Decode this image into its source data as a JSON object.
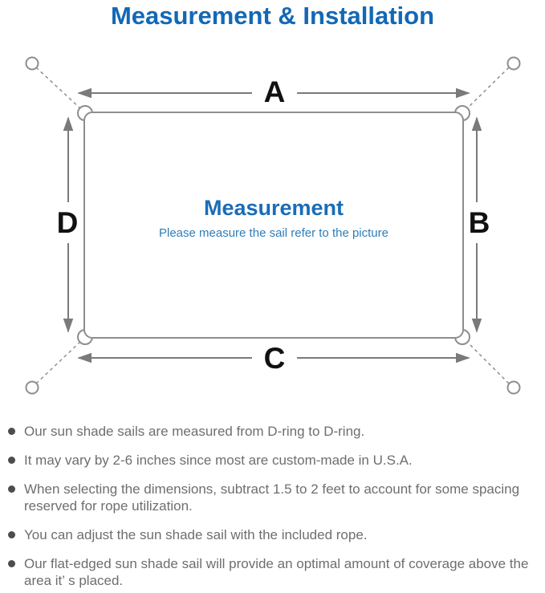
{
  "title": "Measurement & Installation",
  "diagram": {
    "labels": {
      "top": "A",
      "right": "B",
      "bottom": "C",
      "left": "D"
    },
    "center_title": "Measurement",
    "center_subtitle": "Please measure the sail refer to the picture"
  },
  "notes": [
    "Our sun shade sails are measured from D-ring to D-ring.",
    "It may vary by 2-6 inches since most are custom-made in U.S.A.",
    "When selecting the dimensions, subtract 1.5 to 2 feet to account for some spacing reserved for rope utilization.",
    "You can adjust the sun shade sail with the included rope.",
    "Our flat-edged sun shade sail will provide an optimal amount of coverage above the area it’ s placed."
  ],
  "colors": {
    "title_blue": "#1368b4",
    "center_title_blue": "#1a6cb8",
    "subtitle_blue": "#2e7db8",
    "outline_gray": "#8e8e8e",
    "arrow_gray": "#7a7a7a",
    "label_black": "#111111",
    "note_text_gray": "#6e6e6e"
  }
}
